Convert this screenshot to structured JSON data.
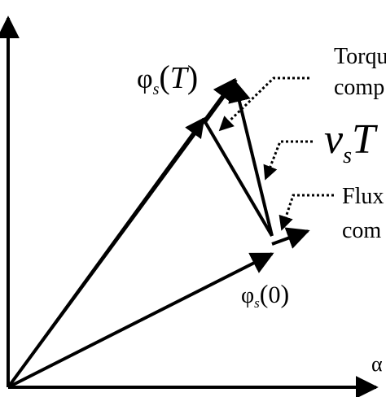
{
  "diagram": {
    "axis_x_label": "α",
    "labels": {
      "phi_T": {
        "base": "φ",
        "sub": "s",
        "arg": "T"
      },
      "phi_0": {
        "base": "φ",
        "sub": "s",
        "arg": "0"
      },
      "vsT": {
        "base": "v",
        "sub": "s",
        "tail": "T"
      },
      "torque_line1": "Torqu",
      "torque_line2": "comp",
      "flux_line1": "Flux",
      "flux_line2": "com"
    },
    "colors": {
      "ink": "#000000",
      "background": "#ffffff"
    }
  }
}
